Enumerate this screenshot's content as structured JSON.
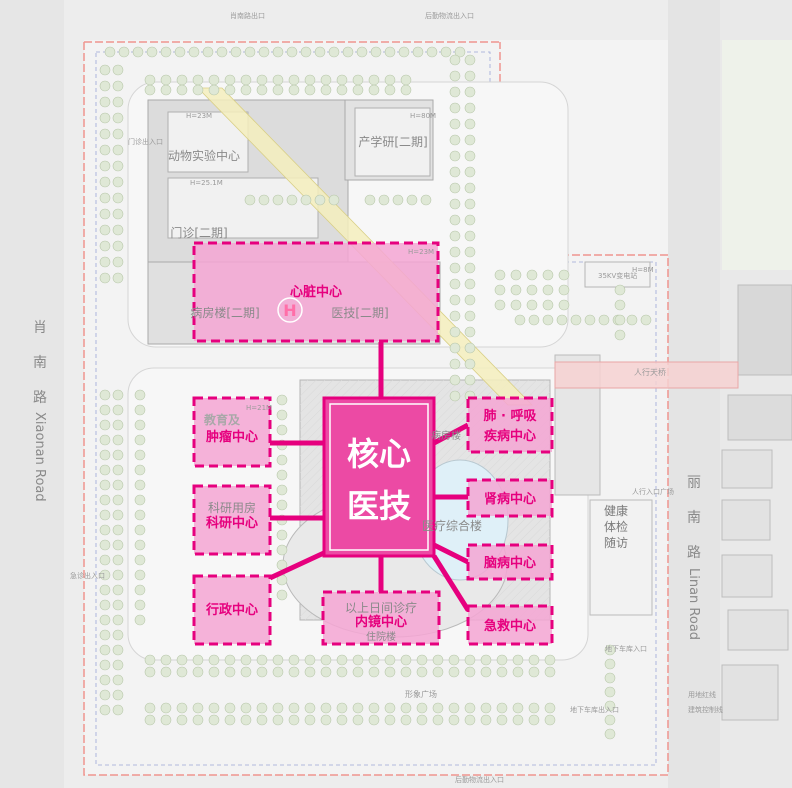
{
  "road_west": "肖南路",
  "road_west_en": "Xiaonan Road",
  "road_east": "丽南路",
  "road_east_en": "Linan Road",
  "core": {
    "line1": "核心",
    "line2": "医技"
  },
  "centers": {
    "heart": "心脏中心",
    "lung": "肺 · 呼吸疾病中心",
    "lung_line1": "肺 · 呼吸",
    "lung_line2": "疾病中心",
    "edu_line1": "教育及",
    "edu_line2": "肿瘤中心",
    "research": "科研中心",
    "admin": "行政中心",
    "endo": "内镜中心",
    "kidney": "肾病中心",
    "brain": "脑病中心",
    "emergency": "急救中心"
  },
  "buildings": {
    "animal": "动物实验中心",
    "industry": "产学研[二期]",
    "outpatient2": "门诊[二期]",
    "ward2": "病房楼[二期]",
    "medtech2": "医技[二期]",
    "research_bg": "科研用房",
    "ward_old": "病房楼",
    "med_complex": "医疗综合楼",
    "outpatient_l": "以上日间诊疗",
    "outpatient_l2": "住院楼",
    "health": [
      "健康",
      "体检",
      "随访"
    ]
  },
  "labels": {
    "skybridge": "人行天桥",
    "plaza": "形象广场",
    "ped_plaza": "人行入口广场",
    "redline": "用地红线",
    "setback": "建筑控制线",
    "substation": "35KV变电站",
    "height_a": "H=23M",
    "height_b": "H=80M",
    "height_c": "H=25.1M",
    "height_d": "H=23M",
    "height_e": "H=21M",
    "height_f": "H=8M",
    "underground": "地下车库入口",
    "ramp": "地下车库出入口",
    "gate_n1": "肖南路出口",
    "gate_n2": "后勤物流出入口",
    "gate_s": "后勤物流出入口",
    "gate_w1": "门诊出入口",
    "gate_w2": "急诊出入口",
    "heli": "H"
  }
}
